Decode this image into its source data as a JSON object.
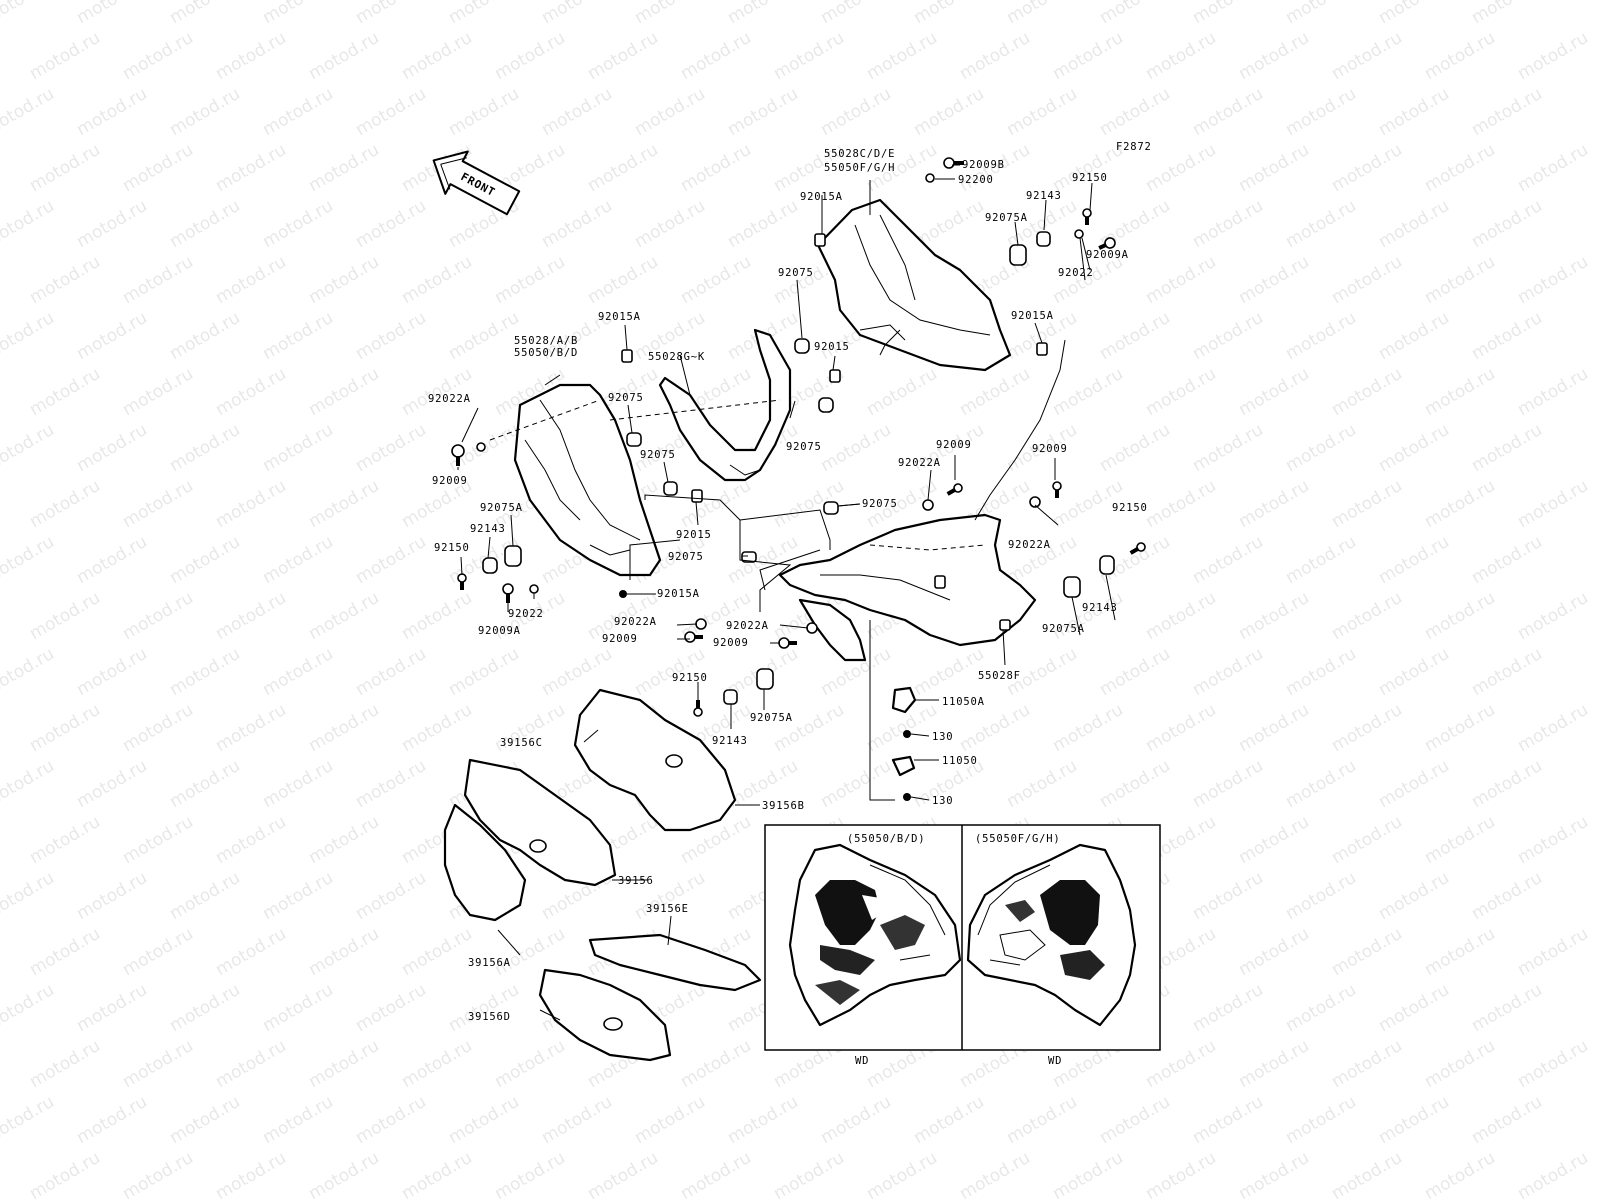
{
  "figure_code": "F2872",
  "front_label": "FRONT",
  "watermark_text": "motod.ru",
  "inset": {
    "left_title": "(55050/B/D)",
    "right_title": "(55050F/G/H)",
    "left_caption": "WD",
    "right_caption": "WD"
  },
  "labels": {
    "l01": "55028C/D/E",
    "l02": "55050F/G/H",
    "l03": "92009B",
    "l04": "92200",
    "l05": "92015A",
    "l06": "92143",
    "l07": "92150",
    "l08": "92075A",
    "l09": "92009A",
    "l10": "92022",
    "l11": "92075",
    "l12": "92015A",
    "l13": "92015",
    "l14": "92015A",
    "l15": "55028/A/B",
    "l16": "55050/B/D",
    "l17": "55028G~K",
    "l18": "92075",
    "l19": "92075",
    "l20": "92022A",
    "l21": "92009",
    "l22": "92075",
    "l23": "92009",
    "l24": "92022A",
    "l25": "92009",
    "l26": "92075A",
    "l27": "92015",
    "l28": "92075",
    "l29": "92143",
    "l30": "92150",
    "l31": "92022A",
    "l32": "92150",
    "l33": "92015A",
    "l34": "92009A",
    "l35": "92022",
    "l36": "92022A",
    "l37": "92022A",
    "l38": "92009",
    "l39": "92009",
    "l40": "92143",
    "l41": "92075A",
    "l42": "55028F",
    "l43": "92150",
    "l44": "92143",
    "l45": "92075A",
    "l46": "11050A",
    "l47": "130",
    "l48": "11050",
    "l49": "130",
    "l50": "39156C",
    "l51": "39156B",
    "l52": "39156",
    "l53": "39156E",
    "l54": "39156A",
    "l55": "39156D",
    "l56": "92075"
  }
}
